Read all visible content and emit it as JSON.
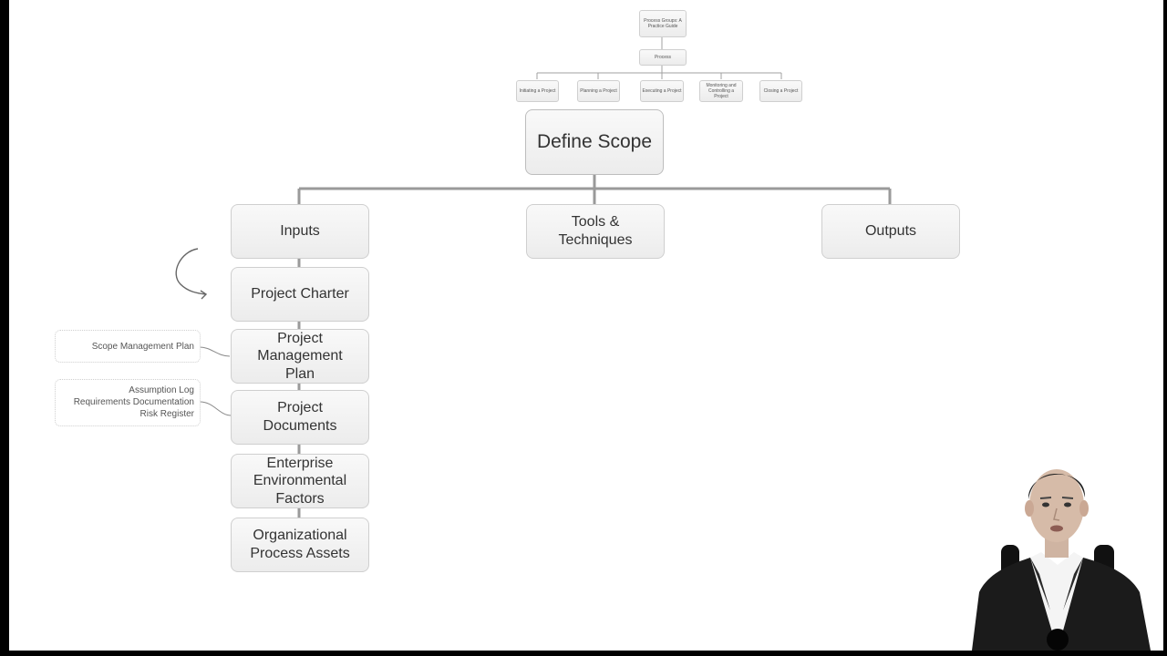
{
  "diagram": {
    "top_nav": {
      "title": "Process Groups: A Practice Guide",
      "process": "Process",
      "groups": [
        "Initiating a Project",
        "Planning a Project",
        "Executing a Project",
        "Monitoring and Controlling a Project",
        "Closing a Project"
      ]
    },
    "main_process": "Define Scope",
    "categories": [
      "Inputs",
      "Tools & Techniques",
      "Outputs"
    ],
    "inputs": [
      "Project Charter",
      "Project Management Plan",
      "Project Documents",
      "Enterprise Environmental Factors",
      "Organizational Process Assets"
    ],
    "notes": {
      "pm_plan": [
        "Scope Management Plan"
      ],
      "project_documents": [
        "Assumption Log",
        "Requirements Documentation",
        "Risk Register"
      ]
    }
  },
  "colors": {
    "box_fill": "#f2f2f2",
    "box_border": "#cfcfcf",
    "line": "#9a9a9a",
    "letterbox": "#000000"
  }
}
